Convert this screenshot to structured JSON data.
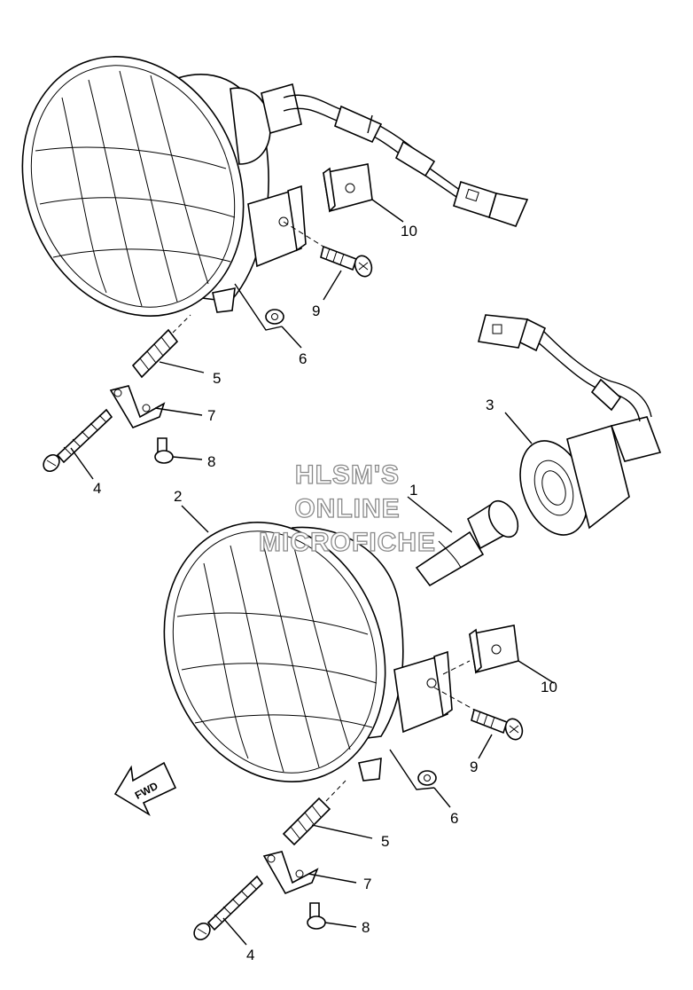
{
  "watermark": {
    "line1": "HLSM'S",
    "line2": "ONLINE",
    "line3": "MICROFICHE"
  },
  "direction_arrow": {
    "label": "FWD"
  },
  "callouts": {
    "c1": "1",
    "c2": "2",
    "c3": "3",
    "c4_top": "4",
    "c5_top": "5",
    "c6_top": "6",
    "c7_top": "7",
    "c8_top": "8",
    "c9_top": "9",
    "c10_top": "10",
    "c4_bottom": "4",
    "c5_bottom": "5",
    "c6_bottom": "6",
    "c7_bottom": "7",
    "c8_bottom": "8",
    "c9_bottom": "9",
    "c10_bottom": "10"
  }
}
